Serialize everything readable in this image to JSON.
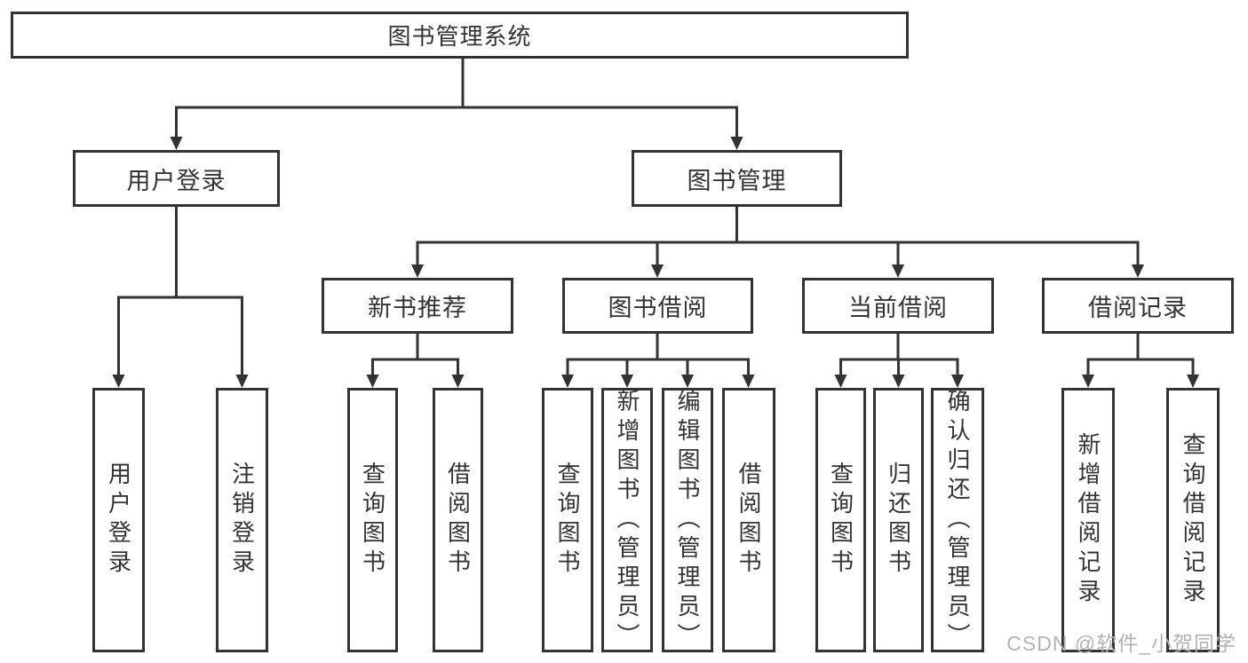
{
  "diagram": {
    "type": "hierarchy-tree",
    "root": {
      "label": "图书管理系统",
      "children": [
        {
          "label": "用户登录",
          "children": [
            {
              "label": "用户登录"
            },
            {
              "label": "注销登录"
            }
          ]
        },
        {
          "label": "图书管理",
          "children": [
            {
              "label": "新书推荐",
              "children": [
                {
                  "label": "查询图书"
                },
                {
                  "label": "借阅图书"
                }
              ]
            },
            {
              "label": "图书借阅",
              "children": [
                {
                  "label": "查询图书"
                },
                {
                  "label": "新增图书（管理员）"
                },
                {
                  "label": "编辑图书（管理员）"
                },
                {
                  "label": "借阅图书"
                }
              ]
            },
            {
              "label": "当前借阅",
              "children": [
                {
                  "label": "查询图书"
                },
                {
                  "label": "归还图书"
                },
                {
                  "label": "确认归还（管理员）"
                }
              ]
            },
            {
              "label": "借阅记录",
              "children": [
                {
                  "label": "新增借阅记录"
                },
                {
                  "label": "查询借阅记录"
                }
              ]
            }
          ]
        }
      ]
    },
    "colors": {
      "line": "#333333",
      "box_border": "#333333",
      "text": "#333333",
      "background": "#ffffff",
      "watermark": "#b3b3b3"
    }
  },
  "watermark": {
    "text": "CSDN @软件_小贺同学"
  }
}
